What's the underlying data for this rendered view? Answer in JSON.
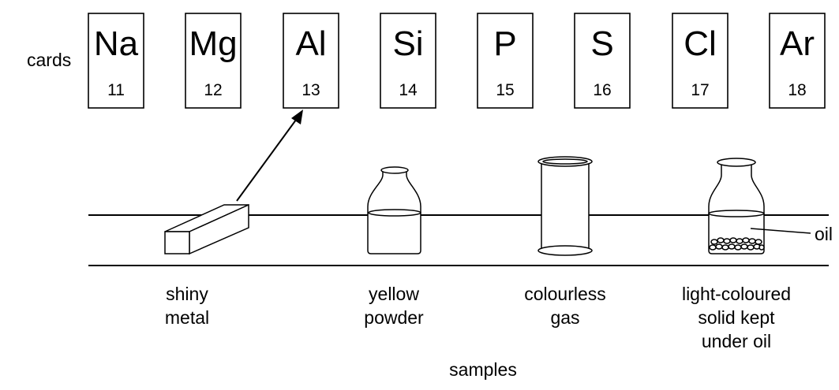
{
  "cards_label": "cards",
  "cards": [
    {
      "symbol": "Na",
      "number": "11"
    },
    {
      "symbol": "Mg",
      "number": "12"
    },
    {
      "symbol": "Al",
      "number": "13"
    },
    {
      "symbol": "Si",
      "number": "14"
    },
    {
      "symbol": "P",
      "number": "15"
    },
    {
      "symbol": "S",
      "number": "16"
    },
    {
      "symbol": "Cl",
      "number": "17"
    },
    {
      "symbol": "Ar",
      "number": "18"
    }
  ],
  "samples": [
    {
      "line1": "shiny",
      "line2": "metal",
      "line3": ""
    },
    {
      "line1": "yellow",
      "line2": "powder",
      "line3": ""
    },
    {
      "line1": "colourless",
      "line2": "gas",
      "line3": ""
    },
    {
      "line1": "light-coloured",
      "line2": "solid kept",
      "line3": "under oil"
    }
  ],
  "oil_label": "oil",
  "samples_label": "samples"
}
